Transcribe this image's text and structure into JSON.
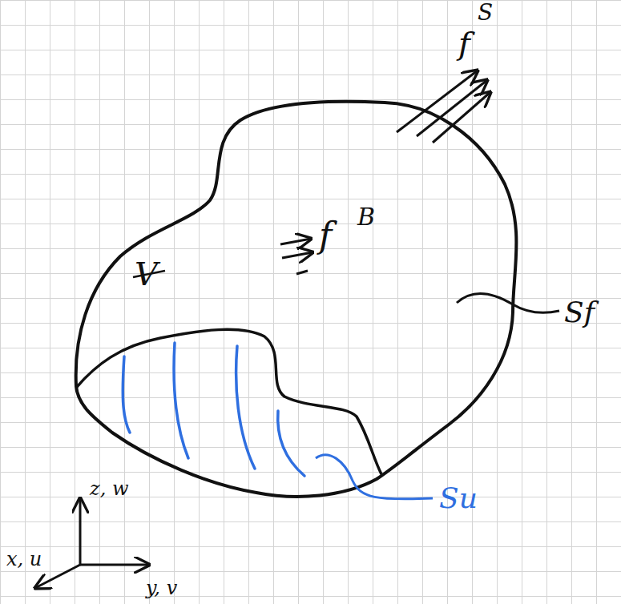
{
  "diagram": {
    "labels": [
      "f",
      "S",
      "V",
      "f",
      "B",
      "Sf",
      "Su",
      "z, w",
      "y, v",
      "x, u"
    ]
  }
}
